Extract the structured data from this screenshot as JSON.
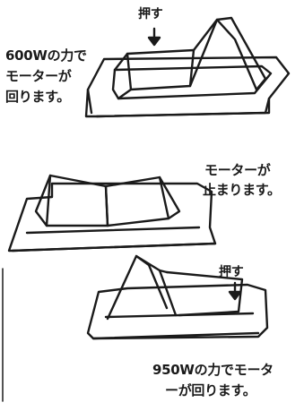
{
  "panel_1": {
    "push_label": "押す",
    "caption_lines": [
      "600Wの力で",
      "モーターが",
      "回ります。"
    ]
  },
  "panel_2": {
    "caption_lines": [
      "モーターが",
      "止まります。"
    ]
  },
  "panel_3": {
    "push_label": "押す",
    "caption_lines": [
      "950Wの力でモータ",
      "ーが回ります。"
    ]
  },
  "colors": {
    "ink": "#1a1a1a",
    "paper": "#ffffff"
  }
}
